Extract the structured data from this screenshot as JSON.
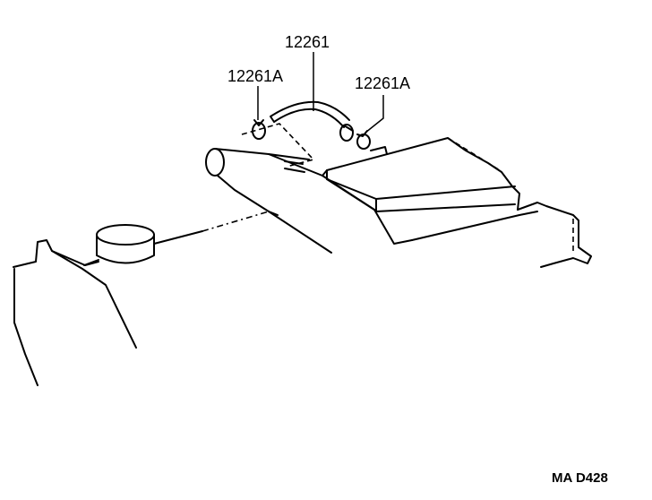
{
  "labels": {
    "hose": "12261",
    "clamp_left": "12261A",
    "clamp_right": "12261A"
  },
  "diagram_code": "MA D428"
}
